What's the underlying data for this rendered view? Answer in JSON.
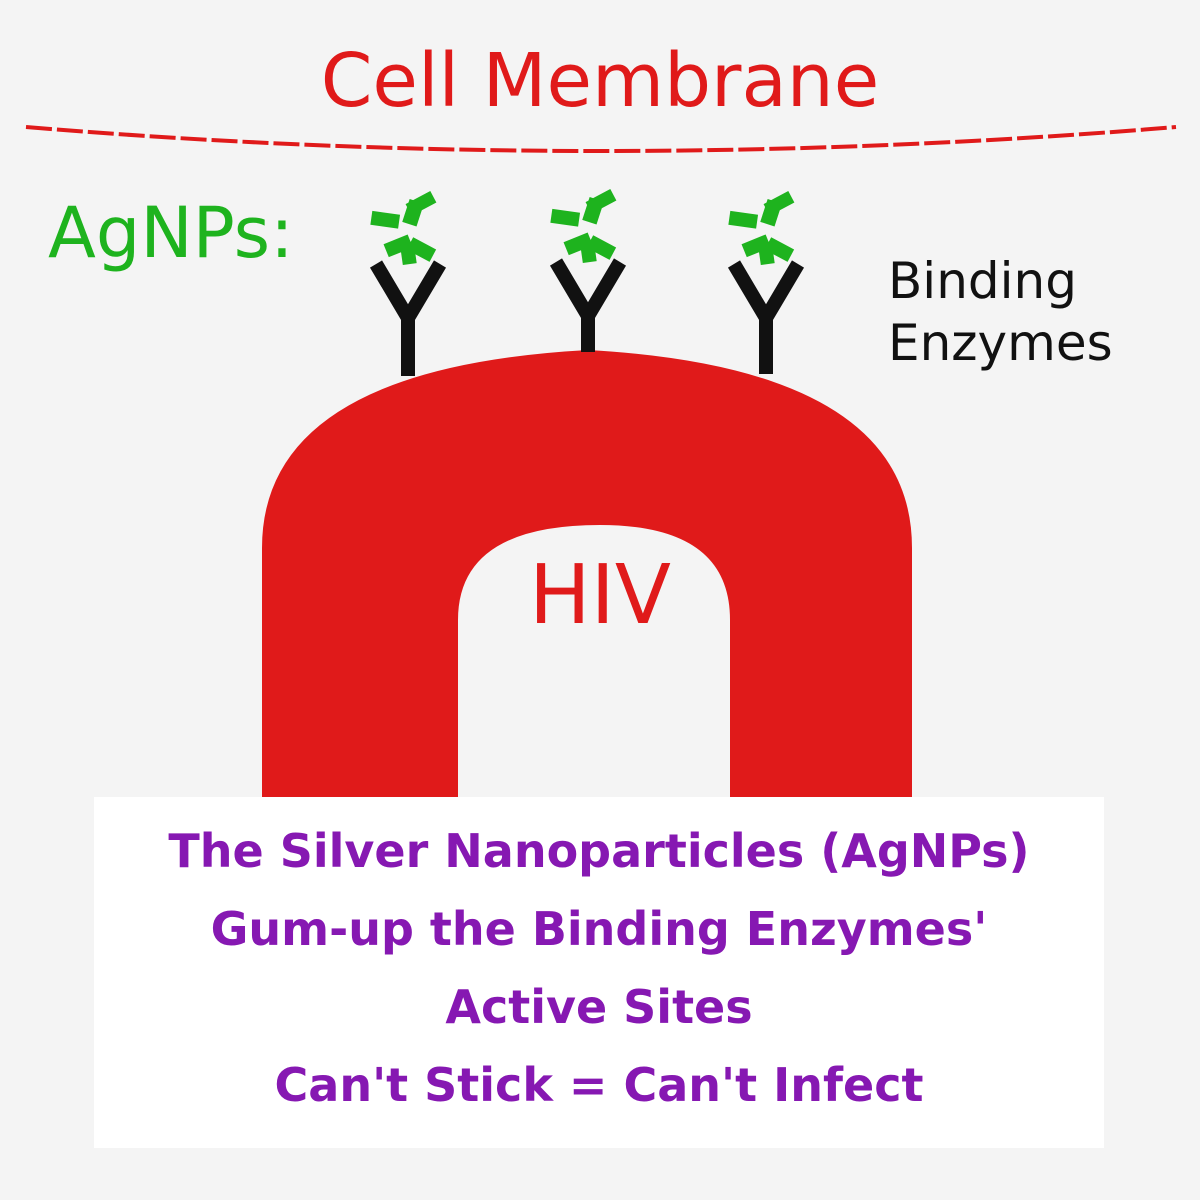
{
  "membrane": {
    "label": "Cell Membrane"
  },
  "agnps": {
    "label": "AgNPs:"
  },
  "enzymes": {
    "label_lines": [
      "Binding",
      "Enzymes"
    ]
  },
  "virus": {
    "label": "HIV"
  },
  "caption": {
    "lines": [
      "The Silver Nanoparticles (AgNPs)",
      "Gum-up the Binding Enzymes'",
      "Active Sites",
      "Can't Stick = Can't Infect"
    ]
  },
  "colors": {
    "membrane": "#e01a1a",
    "virus": "#e01a1a",
    "nanoparticle": "#1eb31e",
    "enzyme": "#111111",
    "caption_text": "#8618b2",
    "background": "#f4f4f4"
  }
}
